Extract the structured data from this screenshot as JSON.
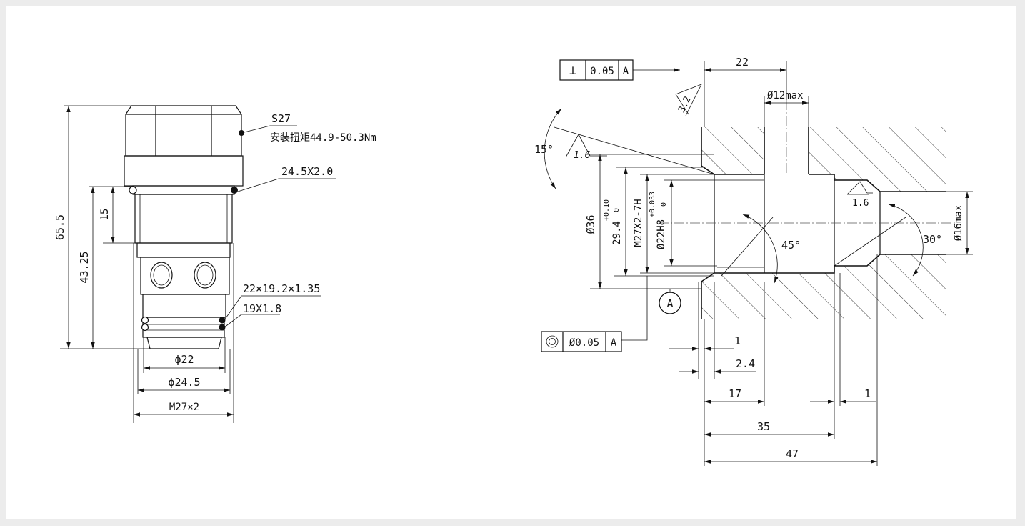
{
  "left_view": {
    "hex_label": "S27",
    "torque_label": "安装扭矩44.9-50.3Nm",
    "oring_top": "24.5X2.0",
    "seal_upper": "22×19.2×1.35",
    "seal_lower": "19X1.8",
    "dim_total_height": "65.5",
    "dim_body_height": "43.25",
    "dim_thread_length": "15",
    "dim_d22": "ϕ22",
    "dim_d245": "ϕ24.5",
    "dim_thread": "M27×2"
  },
  "right_view": {
    "perp_symbol": "⊥",
    "perp_value": "0.05",
    "perp_datum": "A",
    "conc_value": "Ø0.05",
    "conc_datum": "A",
    "datum_label": "A",
    "rough_32": "3.2",
    "rough_16a": "1.6",
    "rough_16b": "1.6",
    "angle_15": "15°",
    "angle_45": "45°",
    "angle_30": "30°",
    "dim_22": "22",
    "dim_d12max": "Ø12max",
    "dim_d36": "Ø36",
    "dim_294": "29.4",
    "tol_294_upper": "+0.10",
    "tol_294_lower": "0",
    "dim_m27": "M27X2-7H",
    "dim_d22h8": "Ø22H8",
    "tol_22h8_upper": "+0.033",
    "tol_22h8_lower": "0",
    "dim_d16max": "Ø16max",
    "dim_1a": "1",
    "dim_24": "2.4",
    "dim_17": "17",
    "dim_1b": "1",
    "dim_35": "35",
    "dim_47": "47"
  }
}
